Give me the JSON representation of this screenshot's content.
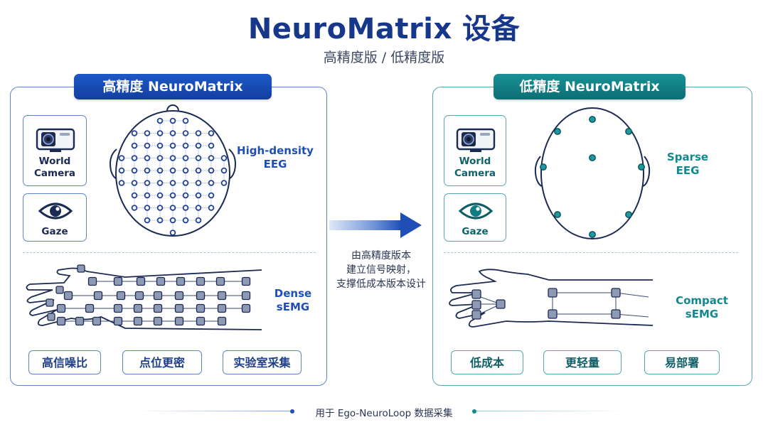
{
  "title": "NeuroMatrix 设备",
  "subtitle": "高精度版 / 低精度版",
  "high": {
    "header": "高精度 NeuroMatrix",
    "world_camera": "World\nCamera",
    "gaze": "Gaze",
    "eeg_label": "High-density\nEEG",
    "semg_label": "Dense\nsEMG",
    "pills": [
      "高信噪比",
      "点位更密",
      "实验室采集"
    ]
  },
  "low": {
    "header": "低精度 NeuroMatrix",
    "world_camera": "World\nCamera",
    "gaze": "Gaze",
    "eeg_label": "Sparse EEG",
    "semg_label": "Compact sEMG",
    "pills": [
      "低成本",
      "更轻量",
      "易部署"
    ]
  },
  "arrow_caption": "由高精度版本\n建立信号映射，\n支撑低成本版本设计",
  "footer": "用于 Ego-NeuroLoop 数据采集",
  "colors": {
    "high_accent": "#1d4fb8",
    "low_accent": "#138890",
    "electrode_high": "#1d3f9a",
    "electrode_low": "#1b9aa2"
  }
}
